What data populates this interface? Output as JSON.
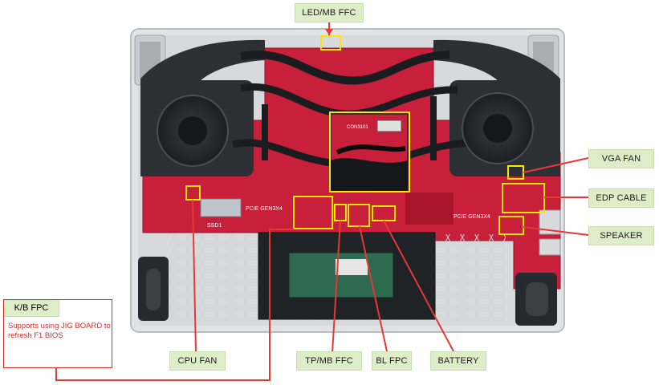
{
  "labels": {
    "led_mb_ffc": "LED/MB FFC",
    "vga_fan": "VGA FAN",
    "edp_cable": "EDP CABLE",
    "speaker": "SPEAKER",
    "kb_fpc": "K/B FPC",
    "kb_note": "Supports using JIG BOARD to refresh F1 BIOS",
    "cpu_fan": "CPU FAN",
    "tp_mb_ffc": "TP/MB FFC",
    "bl_fpc": "BL FPC",
    "battery": "BATTERY"
  },
  "board_text": {
    "pcie_left": "PCIE GEN3X4",
    "pcie_right": "PCIE GEN3X4",
    "ssd_left": "SSD1",
    "conn": "CON3101"
  },
  "colors": {
    "pointer_red": "#e53935",
    "highlight_yellow": "#ffe600",
    "label_green": "#dcedc8",
    "pcb_red": "#c8203a",
    "chassis": "#dcdde0",
    "heatsink": "#2c2f33"
  }
}
